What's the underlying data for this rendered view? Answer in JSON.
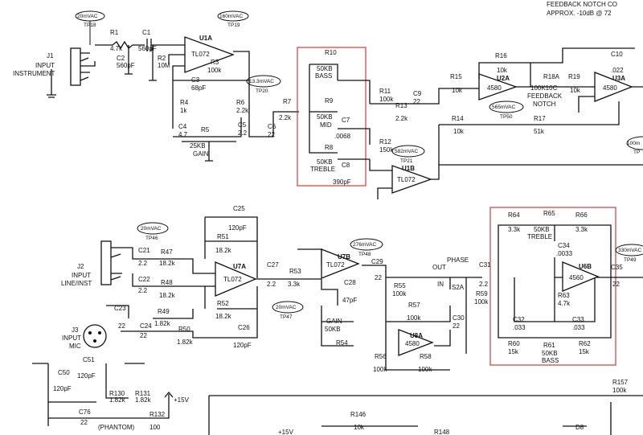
{
  "header": {
    "line1": "FEEDBACK NOTCH CO",
    "line2": "APPROX. -10dB @ 72"
  },
  "test_points": {
    "tp18": {
      "value": "20mVAC",
      "label": "TP18"
    },
    "tp19": {
      "value": "160mVAC",
      "label": "TP19"
    },
    "tp20": {
      "value": "13.3mVAC",
      "label": "TP20"
    },
    "tp21": {
      "value": "582mVAC",
      "label": "TP21"
    },
    "tp50": {
      "value": "565mVAC",
      "label": "TP50"
    },
    "tp46": {
      "value": "20mVAC",
      "label": "TP46"
    },
    "tp47": {
      "value": "20mVAC",
      "label": "TP47"
    },
    "tp48": {
      "value": "276mVAC",
      "label": "TP48"
    },
    "tp49": {
      "value": "330mVAC",
      "label": "TP49"
    },
    "tp_edge": {
      "value": "100m",
      "label": "TP"
    }
  },
  "jacks": {
    "j1": {
      "ref": "J1",
      "line1": "INPUT",
      "line2": "INSTRUMENT"
    },
    "j2": {
      "ref": "J2",
      "line1": "INPUT",
      "line2": "LINE/INST"
    },
    "j3": {
      "ref": "J3",
      "line1": "INPUT",
      "line2": "MIC"
    }
  },
  "opamps": {
    "u1a": {
      "ref": "U1A",
      "type": "TL072"
    },
    "u1b": {
      "ref": "U1B",
      "type": "TL072"
    },
    "u2a": {
      "ref": "U2A",
      "type": "4580"
    },
    "u3a": {
      "ref": "U3A",
      "type": "4580"
    },
    "u7a": {
      "ref": "U7A",
      "type": "TL072"
    },
    "u7b": {
      "ref": "U7B",
      "type": "TL072"
    },
    "u8a": {
      "ref": "U8A",
      "type": "4580"
    },
    "u6b": {
      "ref": "U6B",
      "type": "4560"
    }
  },
  "components_top": {
    "r1": [
      "R1",
      "4.7k"
    ],
    "c1": [
      "C1",
      "560pF"
    ],
    "c2": [
      "C2",
      "560pF"
    ],
    "r2": [
      "R2",
      "10M"
    ],
    "r3": [
      "R3",
      "100k"
    ],
    "c3": [
      "C3",
      "68pF"
    ],
    "r4": [
      "R4",
      "1k"
    ],
    "c4": [
      "C4",
      "4.7"
    ],
    "r5": [
      "R5",
      "25KB"
    ],
    "r5b": "GAIN",
    "r6": [
      "R6",
      "2.2k"
    ],
    "c5": [
      "C5",
      "2.2"
    ],
    "c6": [
      "C6",
      "22"
    ],
    "r7": [
      "R7",
      "2.2k"
    ],
    "r10": [
      "R10",
      "50KB"
    ],
    "r10b": "BASS",
    "r9": [
      "R9",
      "50KB"
    ],
    "r9b": "MID",
    "c7": [
      "C7",
      ".0068"
    ],
    "r8": [
      "R8",
      "50KB"
    ],
    "r8b": "TREBLE",
    "c8": [
      "C8",
      "390pF"
    ],
    "r11": [
      "R11",
      "100k"
    ],
    "r12": [
      "R12",
      "150k"
    ],
    "r13": [
      "R13",
      "2.2k"
    ],
    "c9": [
      "C9",
      "22"
    ],
    "r15": [
      "R15",
      "10k"
    ],
    "r16": [
      "R16",
      "10k"
    ],
    "r18a": [
      "R18A",
      "100K10C"
    ],
    "r18b": "FEEDBACK",
    "r18c": "NOTCH",
    "r19": [
      "R19",
      "10k"
    ],
    "c10": [
      "C10",
      ".022"
    ],
    "r14": [
      "R14",
      "10k"
    ],
    "r17": [
      "R17",
      "51k"
    ]
  },
  "components_bottom": {
    "c25": [
      "C25",
      "120pF"
    ],
    "r51": [
      "R51",
      "18.2k"
    ],
    "r47": [
      "R47",
      "18.2k"
    ],
    "c21": [
      "C21",
      "2.2"
    ],
    "c22": [
      "C22",
      "2.2"
    ],
    "r48": [
      "R48",
      "18.2k"
    ],
    "r52": [
      "R52",
      "18.2k"
    ],
    "c26": [
      "C26",
      "120pF"
    ],
    "c23": [
      "C23",
      "22"
    ],
    "r49": [
      "R49",
      "1.82k"
    ],
    "c24": [
      "C24",
      "22"
    ],
    "r50": [
      "R50",
      "1.82k"
    ],
    "c51": [
      "C51",
      "120pF"
    ],
    "c50": [
      "C50",
      "120pF"
    ],
    "r130": [
      "R130",
      "1.82k"
    ],
    "r131": [
      "R131",
      "1.82k"
    ],
    "c76": [
      "C76",
      "22"
    ],
    "phantom": "(PHANTOM)",
    "r132": [
      "R132",
      "100"
    ],
    "plus15": "+15V",
    "c27": [
      "C27",
      "2.2"
    ],
    "r53": [
      "R53",
      "3.3k"
    ],
    "c28": [
      "C28",
      "47pF"
    ],
    "r54": [
      "R54",
      "50KB"
    ],
    "r54b": "GAIN",
    "c29": [
      "C29",
      "22"
    ],
    "r55": [
      "R55",
      "100k"
    ],
    "r57": [
      "R57",
      "100k"
    ],
    "r56": [
      "R56",
      "100k"
    ],
    "r58": [
      "R58",
      "100k"
    ],
    "c30": [
      "C30",
      "22"
    ],
    "r59": [
      "R59",
      "100k"
    ],
    "out": "OUT",
    "phase": "PHASE",
    "in": "IN",
    "s2a": "S2A",
    "c31": [
      "C31",
      "2.2"
    ],
    "r64": [
      "R64",
      "3.3k"
    ],
    "r65": [
      "R65",
      "50KB"
    ],
    "r65b": "TREBLE",
    "r66": [
      "R66",
      "3.3k"
    ],
    "c34": [
      "C34",
      ".0033"
    ],
    "r63": [
      "R63",
      "4.7k"
    ],
    "c32": [
      "C32",
      ".033"
    ],
    "c33": [
      "C33",
      ".033"
    ],
    "r60": [
      "R60",
      "15k"
    ],
    "r61": [
      "R61",
      "50KB"
    ],
    "r61b": "BASS",
    "r62": [
      "R62",
      "15k"
    ],
    "c35": [
      "C35",
      "22"
    ],
    "r157": [
      "R157",
      "100k"
    ],
    "r146": [
      "R146",
      "10k"
    ],
    "r148": "R148",
    "d8": "D8",
    "plus15b": "+15V"
  }
}
